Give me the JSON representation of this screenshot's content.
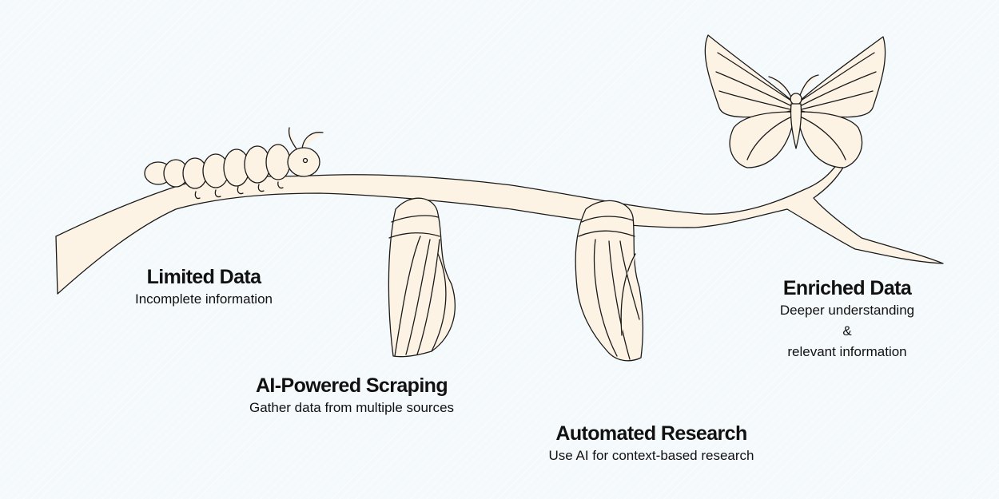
{
  "colors": {
    "fill": "#fdf3e4",
    "stroke": "#1a1a1a",
    "background": "#f4f9fc"
  },
  "stages": [
    {
      "title": "Limited Data",
      "lines": [
        "Incomplete information"
      ]
    },
    {
      "title": "AI-Powered Scraping",
      "lines": [
        "Gather data from multiple sources"
      ]
    },
    {
      "title": "Automated Research",
      "lines": [
        "Use AI for context-based research"
      ]
    },
    {
      "title": "Enriched Data",
      "lines": [
        "Deeper understanding",
        "&",
        "relevant information"
      ]
    }
  ]
}
